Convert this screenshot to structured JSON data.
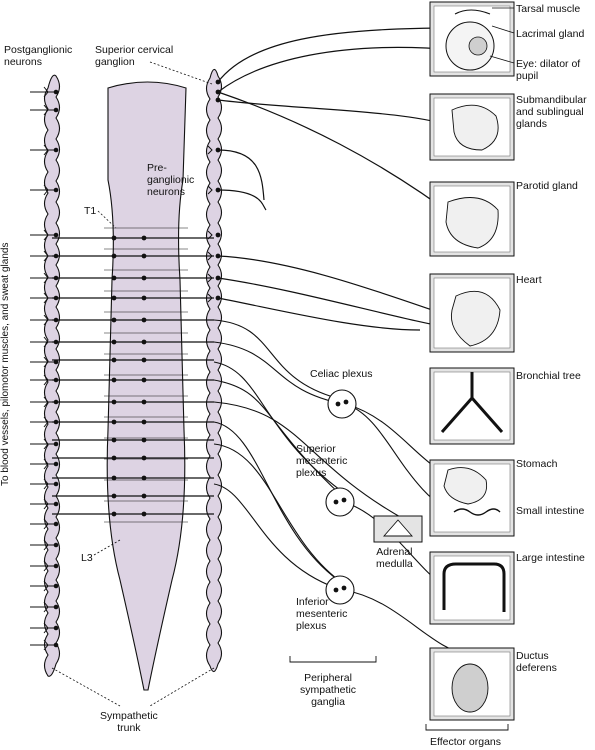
{
  "labels": {
    "postganglionic": "Postganglionic\nneurons",
    "superior_cervical": "Superior cervical\nganglion",
    "preganglionic": "Pre-\nganglionic\nneurons",
    "t1": "T1",
    "l3": "L3",
    "side_text": "To blood vessels, pilomotor muscles, and sweat glands",
    "sympathetic_trunk": "Sympathetic\ntrunk",
    "celiac": "Celiac plexus",
    "superior_mesenteric": "Superior\nmesenteric\nplexus",
    "inferior_mesenteric": "Inferior\nmesenteric\nplexus",
    "adrenal": "Adrenal\nmedulla",
    "peripheral_ganglia": "Peripheral\nsympathetic\nganglia",
    "effector_organs": "Effector organs"
  },
  "organs": {
    "tarsal": "Tarsal muscle",
    "lacrimal": "Lacrimal gland",
    "eye": "Eye: dilator of\npupil",
    "submandibular": "Submandibular\nand sublingual\nglands",
    "parotid": "Parotid gland",
    "heart": "Heart",
    "bronchial": "Bronchial tree",
    "stomach": "Stomach",
    "small_intestine": "Small intestine",
    "large_intestine": "Large intestine",
    "ductus": "Ductus\ndeferens"
  },
  "colors": {
    "fill": "#ddd3e3",
    "box_fill": "#e4e4e4",
    "stroke": "#111111"
  }
}
